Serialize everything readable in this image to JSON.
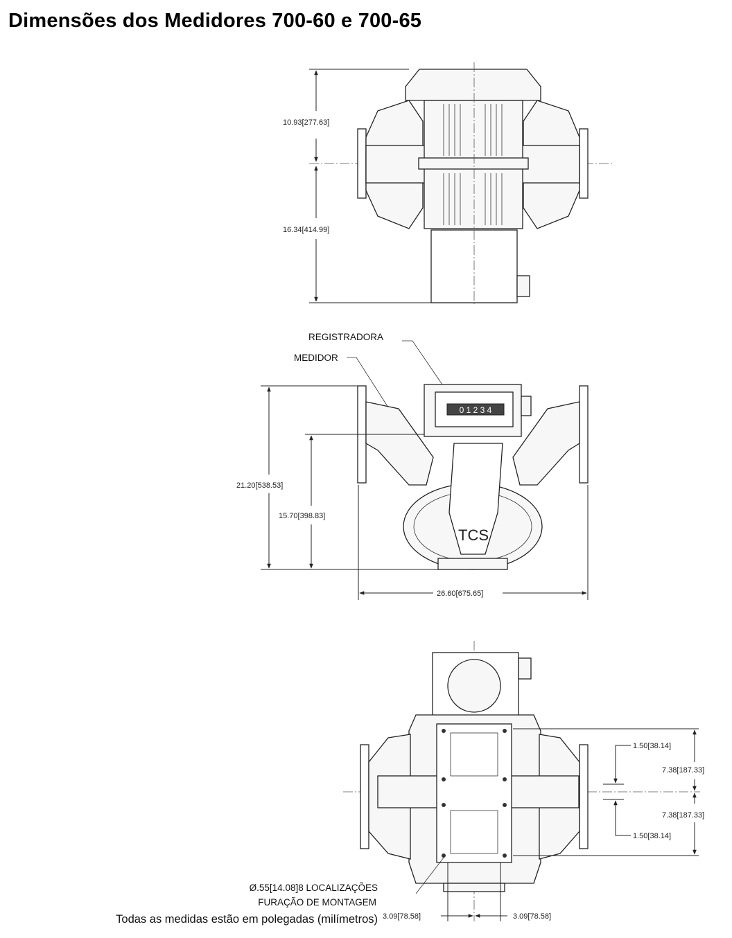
{
  "title": "Dimensões dos Medidores 700-60 e 700-65",
  "top_view": {
    "dim_upper": "10.93[277.63]",
    "dim_lower": "16.34[414.99]"
  },
  "front_view": {
    "label_register": "REGISTRADORA",
    "label_meter": "MEDIDOR",
    "counter_digits": "0 1 2 3 4",
    "brand": "TCS",
    "dim_total_height": "21.20[538.53]",
    "dim_center_height": "15.70[398.83]",
    "dim_width": "26.60[675.65]"
  },
  "bottom_view": {
    "dim_right_1": "1.50[38.14]",
    "dim_right_2": "7.38[187.33]",
    "dim_right_3": "7.38[187.33]",
    "dim_right_4": "1.50[38.14]",
    "dim_bottom_left": "3.09[78.58]",
    "dim_bottom_right": "3.09[78.58]",
    "hole_note_line1": "Ø.55[14.08]8 LOCALIZAÇÕES",
    "hole_note_line2": "FURAÇÃO DE MONTAGEM"
  },
  "footer_note": "Todas as medidas estão em polegadas (milímetros)"
}
